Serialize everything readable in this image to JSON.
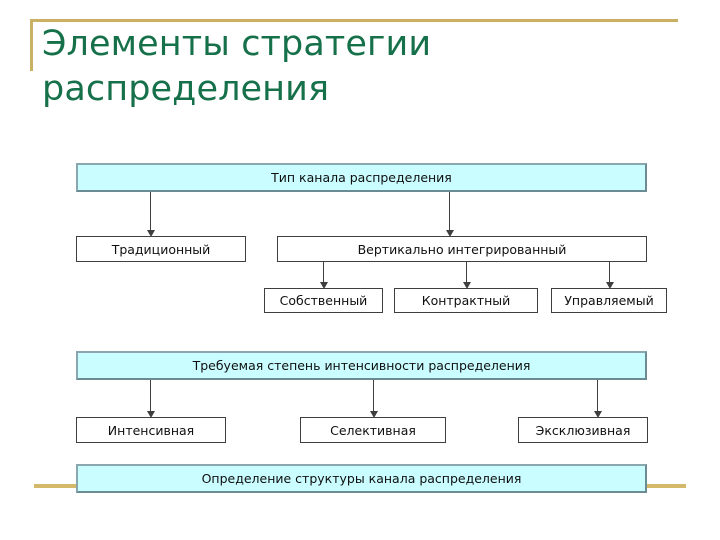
{
  "slide": {
    "title": "Элементы стратегии\nраспределения",
    "title_color": "#16714a",
    "accent_rule_color": "#c9b063",
    "header_box_fill": "#c9fdff",
    "header_box_border": "#6c8c93",
    "node_border": "#3f3f3f",
    "background": "#ffffff"
  },
  "diagram": {
    "type": "hierarchy",
    "groups": [
      {
        "id": "channel-type",
        "header": "Тип канала распределения",
        "children": [
          {
            "id": "traditional",
            "label": "Традиционный",
            "children": []
          },
          {
            "id": "vertically-integrated",
            "label": "Вертикально интегрированный",
            "children": [
              {
                "id": "own",
                "label": "Собственный"
              },
              {
                "id": "contract",
                "label": "Контрактный"
              },
              {
                "id": "managed",
                "label": "Управляемый"
              }
            ]
          }
        ]
      },
      {
        "id": "intensity-degree",
        "header": "Требуемая степень интенсивности распределения",
        "children": [
          {
            "id": "intensive",
            "label": "Интенсивная",
            "children": []
          },
          {
            "id": "selective",
            "label": "Селективная",
            "children": []
          },
          {
            "id": "exclusive",
            "label": "Эксклюзивная",
            "children": []
          }
        ]
      },
      {
        "id": "structure-definition",
        "header": "Определение структуры канала распределения",
        "children": []
      }
    ]
  }
}
